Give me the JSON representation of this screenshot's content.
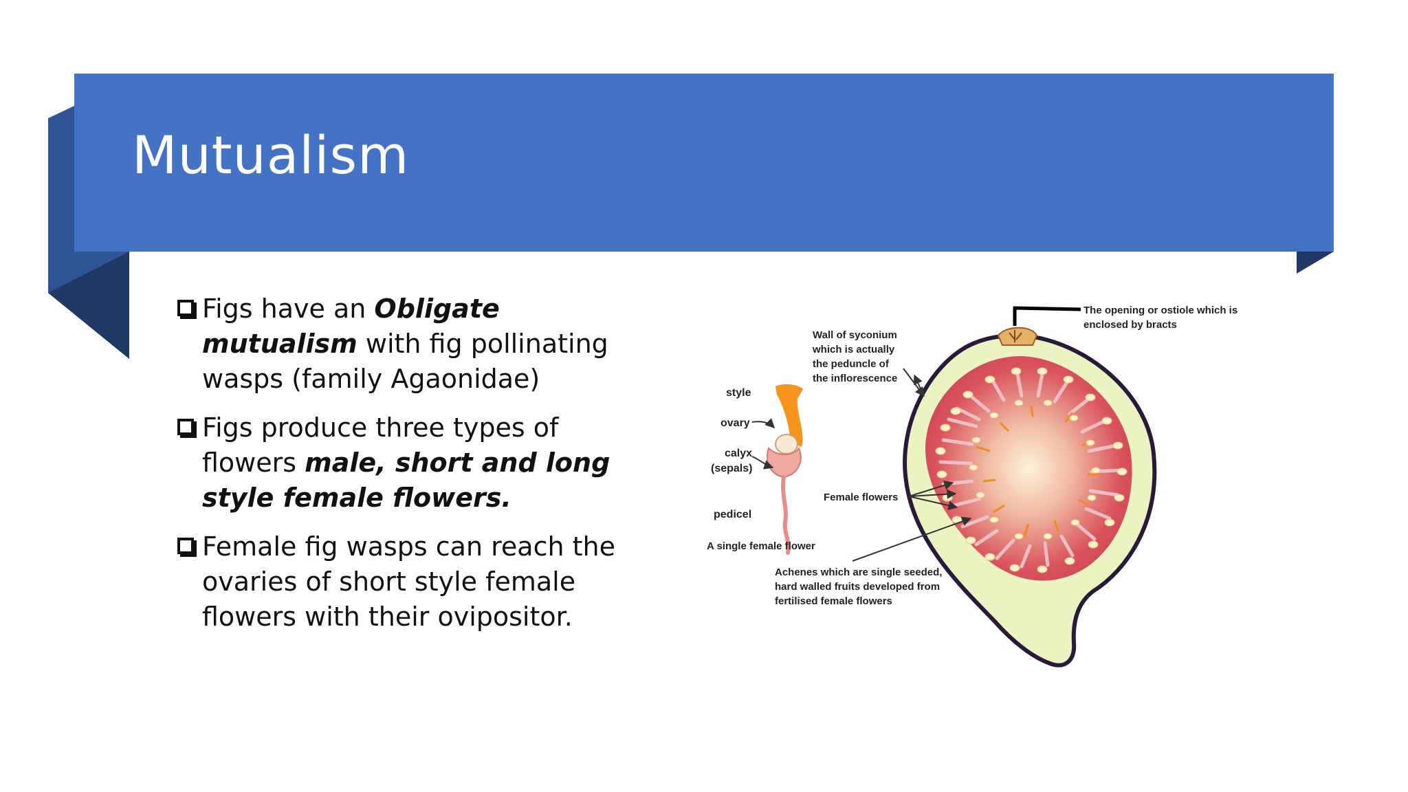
{
  "slide": {
    "title": "Mutualism",
    "bullets": [
      {
        "icon": "checkbox-icon",
        "segments": [
          {
            "text": "Figs have an ",
            "style": "normal"
          },
          {
            "text": "Obligate mutualism",
            "style": "bold-italic"
          },
          {
            "text": " with fig pollinating wasps (family Agaonidae)",
            "style": "normal"
          }
        ]
      },
      {
        "icon": "checkbox-icon",
        "segments": [
          {
            "text": "Figs produce three types of flowers ",
            "style": "normal"
          },
          {
            "text": "male, short and long style female flowers.",
            "style": "bold-italic"
          }
        ]
      },
      {
        "icon": "checkbox-icon",
        "segments": [
          {
            "text": "Female fig wasps can reach the ovaries of short style female flowers with their ovipositor.",
            "style": "normal"
          }
        ]
      }
    ]
  },
  "figure": {
    "labels": {
      "opening_1": "The opening or ostiole which is",
      "opening_2": "enclosed by bracts",
      "wall_1": "Wall of syconium",
      "wall_2": "which is actually",
      "wall_3": "the peduncle of",
      "wall_4": "the inflorescence",
      "style": "style",
      "ovary": "ovary",
      "calyx_1": "calyx",
      "calyx_2": "(sepals)",
      "pedicel": "pedicel",
      "single_female": "A single female flower",
      "female_flowers": "Female flowers",
      "achenes_1": "Achenes which are single seeded,",
      "achenes_2": "hard walled fruits developed from",
      "achenes_3": "fertilised female flowers"
    }
  },
  "colors": {
    "header_blue": "#4472c4",
    "ribbon_mid": "#2f5597",
    "ribbon_dark": "#203864",
    "fig_skin": "#ecf3c2",
    "fig_flesh": "#d9535d",
    "fig_center": "#fbe8c7"
  }
}
